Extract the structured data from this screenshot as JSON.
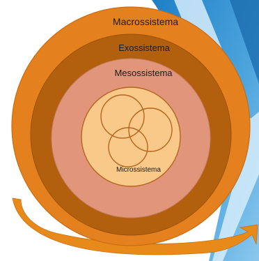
{
  "diagram": {
    "levels": [
      {
        "label": "Macrossistema",
        "color": "#E5801E"
      },
      {
        "label": "Exossistema",
        "color": "#B2600E"
      },
      {
        "label": "Mesossistema",
        "color": "#E1957A"
      },
      {
        "label": "Microssistema",
        "color": "#F9C98A"
      }
    ],
    "micro_circle_count": 3,
    "colors": {
      "background_slide": "#2C8FD3",
      "background_slide_light": "#BFE1F7",
      "outline": "#B5651D",
      "arrow": "#E88A1A"
    }
  }
}
